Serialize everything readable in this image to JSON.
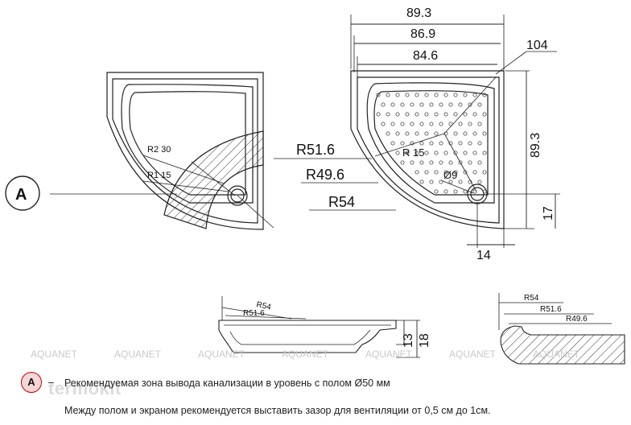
{
  "top_dims": {
    "w1": "89.3",
    "w2": "86.9",
    "w3": "84.6",
    "corner": "104"
  },
  "side_dims": {
    "height": "89.3",
    "drain_offset": "17",
    "bottom": "14"
  },
  "radii": {
    "r516": "R51.6",
    "r496": "R49.6",
    "r54": "R54",
    "r15": "R 15",
    "d9": "Ø9"
  },
  "detail": {
    "r230": "R2 30",
    "r115": "R1 15",
    "label": "A"
  },
  "profile": {
    "r54": "R54",
    "r516": "R51.6",
    "h13": "13",
    "h18": "18"
  },
  "section": {
    "r54": "R54",
    "r516": "R51.6",
    "r496": "R49.6"
  },
  "watermark": {
    "text": "AQUANET",
    "logo": "termokit"
  },
  "notes": {
    "line1": "Рекомендуемая зона вывода канализации в уровень с полом   Ø50 мм",
    "line2": "Между полом и экраном рекомендуется выставить зазор для вентиляции от 0,5 см до 1см.",
    "legend_label": "A",
    "dash": "–"
  }
}
